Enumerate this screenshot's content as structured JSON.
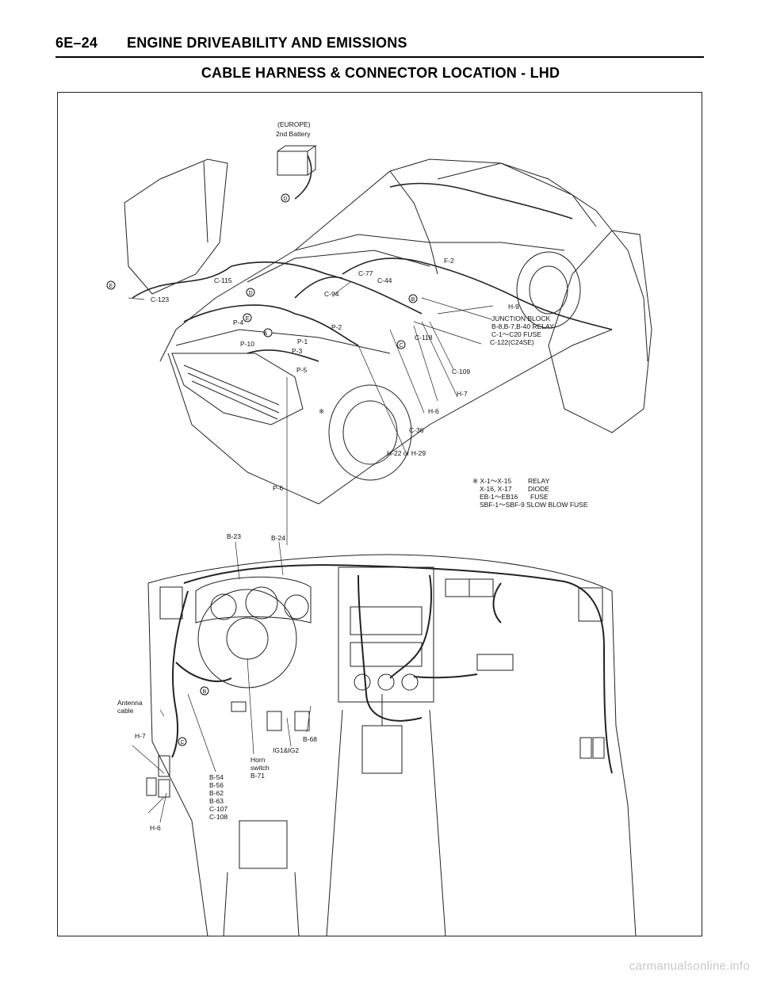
{
  "header": {
    "code": "6E–24",
    "title": "ENGINE DRIVEABILITY AND EMISSIONS"
  },
  "subtitle": "CABLE HARNESS & CONNECTOR LOCATION - LHD",
  "upper_labels": {
    "europe_battery_1": "(EUROPE)",
    "europe_battery_2": "2nd Battery",
    "f2": "F-2",
    "c77": "C-77",
    "c44": "C-44",
    "c94": "C-94",
    "c115": "C-115",
    "c123": "C-123",
    "h9": "H-9",
    "jb1": "JUNCTION BLOCK",
    "jb2": "B-8,B-7,B-40 RELAY",
    "jb3": "C-1～C20 FUSE",
    "jb4": "C-122(C24SE)",
    "c118": "C-118",
    "c109": "C-109",
    "h7": "H-7",
    "h6": "H-6",
    "c36": "C-36",
    "h22": "H-22 or H-29",
    "p2": "P-2",
    "p1": "P-1",
    "p3": "P-3",
    "p4": "P-4",
    "p5": "P-5",
    "p10": "P-10",
    "p6": "P-6",
    "ref_mark": "※",
    "circle_a": "A",
    "circle_b": "B",
    "circle_c": "C",
    "circle_d": "D",
    "circle_d2": "D",
    "circle_e": "E",
    "circle_e2": "E"
  },
  "legend": {
    "r1a": "※ X-1～X-15",
    "r1b": "RELAY",
    "r2a": "X-16, X-17",
    "r2b": "DIODE",
    "r3a": "EB-1～EB16",
    "r3b": "FUSE",
    "r4": "SBF-1～SBF-9 SLOW BLOW FUSE"
  },
  "lower_labels": {
    "b23": "B-23",
    "b24": "B-24",
    "antenna1": "Antenna",
    "antenna2": "cable",
    "h7": "H-7",
    "h6": "H-6",
    "circle_b": "B",
    "circle_c": "C",
    "b54": "B-54",
    "b56": "B-56",
    "b62": "B-62",
    "b63": "B-63",
    "c107": "C-107",
    "c108": "C-108",
    "horn1": "Horn",
    "horn2": "switch",
    "horn3": "B-71",
    "ig": "IG1&IG2",
    "b68": "B-68"
  },
  "watermark": "carmanualsonline.info"
}
